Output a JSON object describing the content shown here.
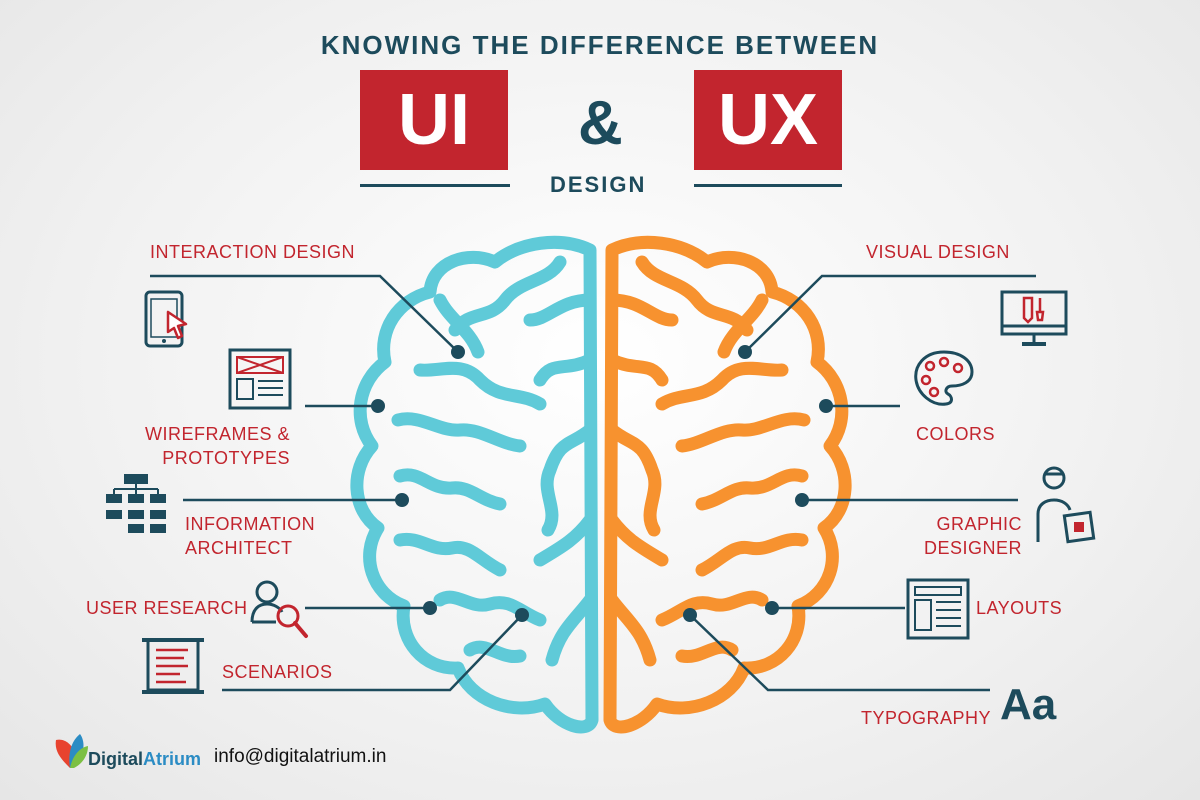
{
  "header": {
    "top_line": "KNOWING THE DIFFERENCE BETWEEN",
    "left_box": "UI",
    "ampersand": "&",
    "right_box": "UX",
    "sub": "DESIGN"
  },
  "ui_side": {
    "interaction_design": "INTERACTION DESIGN",
    "wireframes_1": "WIREFRAMES &",
    "wireframes_2": "PROTOTYPES",
    "info_1": "INFORMATION",
    "info_2": "ARCHITECT",
    "user_research": "USER RESEARCH",
    "scenarios": "SCENARIOS"
  },
  "ux_side": {
    "visual_design": "VISUAL DESIGN",
    "colors": "COLORS",
    "graphic_1": "GRAPHIC",
    "graphic_2": "DESIGNER",
    "layouts": "LAYOUTS",
    "typography": "TYPOGRAPHY",
    "typography_icon_text": "Aa"
  },
  "footer": {
    "brand_1": "Digital",
    "brand_2": "Atrium",
    "email": "info@digitalatrium.in"
  },
  "colors": {
    "accent_red": "#c2252e",
    "navy": "#1d4b5c",
    "brain_left": "#5fcad8",
    "brain_right": "#f7922f"
  },
  "icons": {
    "interaction": "tablet-touch-icon",
    "wireframes": "wireframe-document-icon",
    "information": "sitemap-icon",
    "user_research": "user-search-icon",
    "scenarios": "scroll-document-icon",
    "visual": "monitor-brush-icon",
    "colors": "palette-icon",
    "graphic": "designer-person-icon",
    "layouts": "layout-grid-icon",
    "typography": "text-aa-icon"
  }
}
